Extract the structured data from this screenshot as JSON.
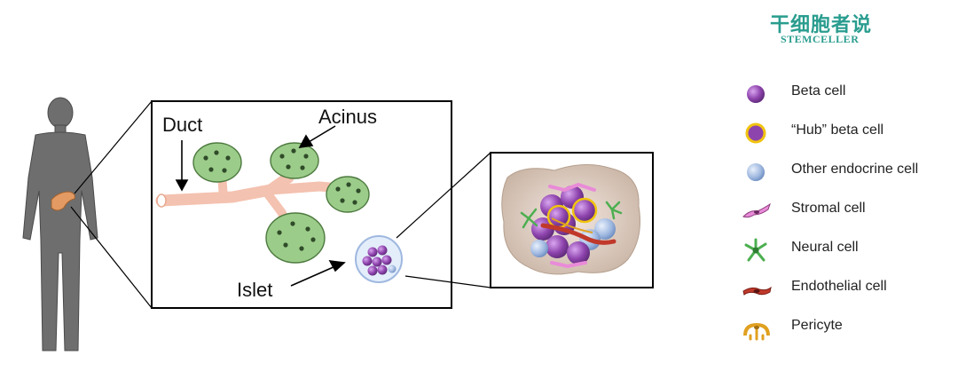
{
  "brand": {
    "name_cn": "干细胞者说",
    "name_en": "STEMCELLER"
  },
  "labels": {
    "duct": "Duct",
    "acinus": "Acinus",
    "islet": "Islet"
  },
  "legend": [
    {
      "icon": "beta-cell-icon",
      "label": "Beta cell"
    },
    {
      "icon": "hub-beta-cell-icon",
      "label": "“Hub” beta cell"
    },
    {
      "icon": "other-endocrine-cell-icon",
      "label": "Other endocrine cell"
    },
    {
      "icon": "stromal-cell-icon",
      "label": "Stromal cell"
    },
    {
      "icon": "neural-cell-icon",
      "label": "Neural cell"
    },
    {
      "icon": "endothelial-cell-icon",
      "label": "Endothelial cell"
    },
    {
      "icon": "pericyte-icon",
      "label": "Pericyte"
    }
  ],
  "colors": {
    "beta": "#8e44ad",
    "hub_ring": "#f1c40f",
    "endocrine": "#9fb8e0",
    "stromal": "#e98bd8",
    "neural": "#4caf50",
    "endothelial": "#c0392b",
    "pericyte": "#e0a020",
    "duct": "#f4c2b0",
    "acinus": "#9ccc8a",
    "body": "#6e6e6e"
  }
}
